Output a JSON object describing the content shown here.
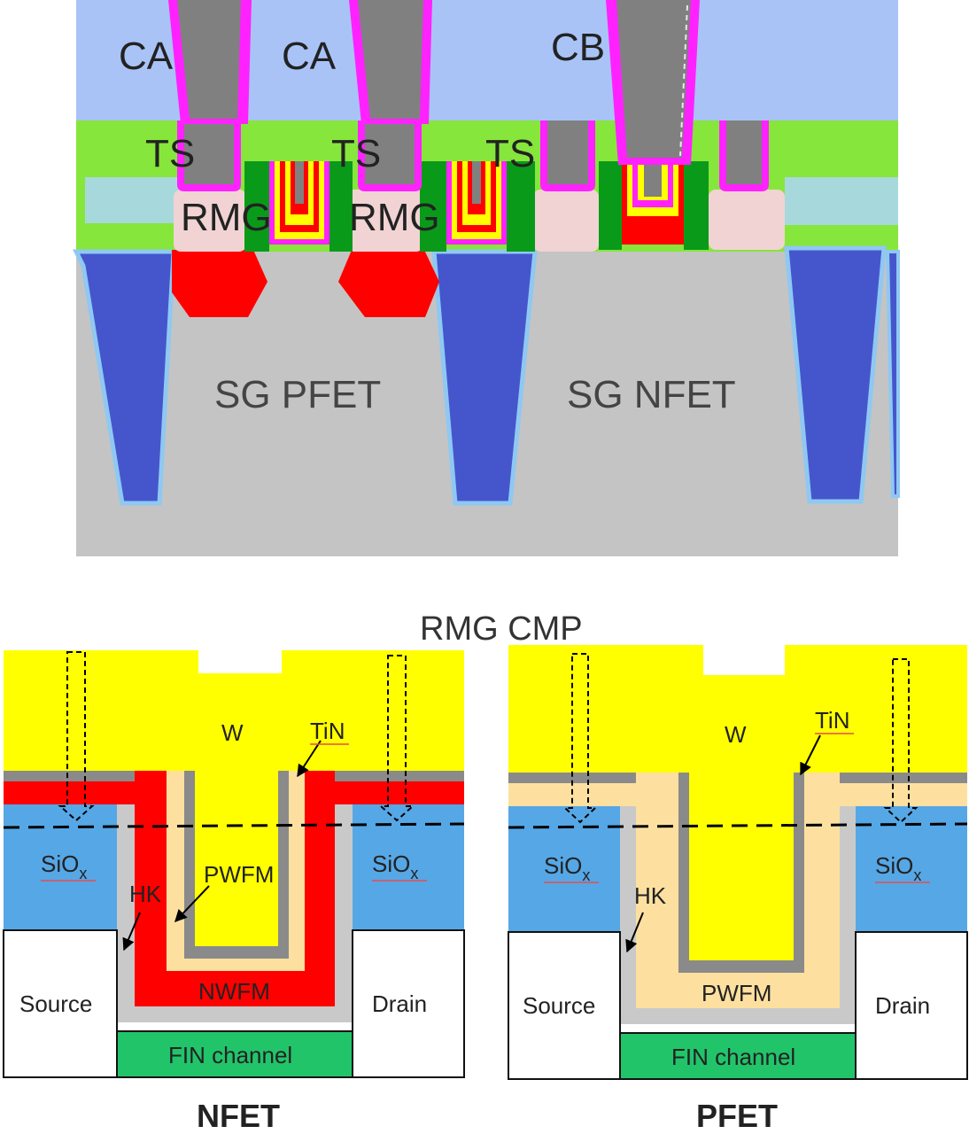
{
  "top": {
    "labels": {
      "ca_left": "CA",
      "ca_mid": "CA",
      "cb": "CB",
      "ts_left": "TS",
      "ts_mid": "TS",
      "ts_right": "TS",
      "rmg_left": "RMG",
      "rmg_mid": "RMG",
      "sg_pfet": "SG PFET",
      "sg_nfet": "SG NFET"
    }
  },
  "bottom": {
    "title": "RMG CMP",
    "nfet": {
      "caption": "NFET",
      "w": "W",
      "tin": "TiN",
      "siox_left": "SiO",
      "siox_left_sub": "x",
      "siox_right": "SiO",
      "siox_right_sub": "x",
      "hk": "HK",
      "pwfm": "PWFM",
      "nwfm": "NWFM",
      "source": "Source",
      "drain": "Drain",
      "fin": "FIN channel"
    },
    "pfet": {
      "caption": "PFET",
      "w": "W",
      "tin": "TiN",
      "siox_left": "SiO",
      "siox_left_sub": "x",
      "siox_right": "SiO",
      "siox_right_sub": "x",
      "hk": "HK",
      "pwfm": "PWFM",
      "source": "Source",
      "drain": "Drain",
      "fin": "FIN channel"
    }
  },
  "colors": {
    "ild": "#a9c3f7",
    "green_liner": "#86e63b",
    "cyan_fill": "#a7d9dc",
    "contact_gray": "#808080",
    "magenta": "#ff22ff",
    "sti_blue": "#4556cc",
    "sti_edge": "#8fc8f2",
    "substrate": "#c4c4c4",
    "epi_red": "#ff0000",
    "silicide_pink": "#f1d3d3",
    "spacer_green": "#0a9a1a",
    "w_yellow": "#ffff00",
    "siox_blue": "#56a7e6",
    "pwfm_tan": "#fde0a0",
    "fin_green": "#22c46a",
    "hk_gray": "#c9c9c9",
    "tin_gray": "#8a8a8a"
  }
}
